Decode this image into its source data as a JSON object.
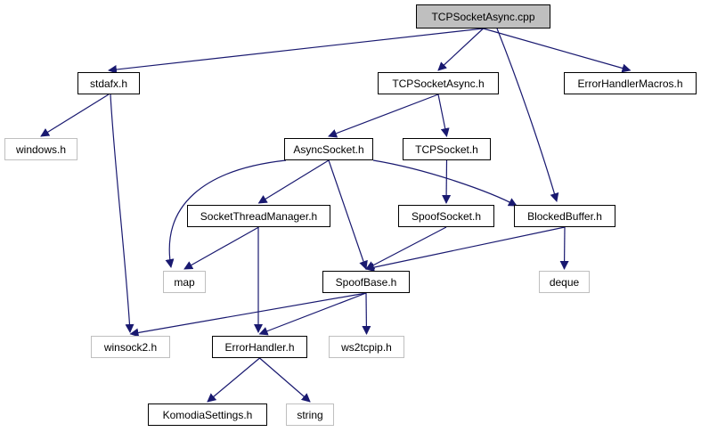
{
  "colors": {
    "edge": "#191970",
    "root_fill": "#bfbfbf",
    "external_border": "#bfbfbf",
    "node_border": "#000000"
  },
  "nodes": {
    "tcpsocketasync_cpp": "TCPSocketAsync.cpp",
    "stdafx_h": "stdafx.h",
    "tcpsocketasync_h": "TCPSocketAsync.h",
    "errorhandlermacros_h": "ErrorHandlerMacros.h",
    "windows_h": "windows.h",
    "asyncsocket_h": "AsyncSocket.h",
    "tcpsocket_h": "TCPSocket.h",
    "socketthreadmanager_h": "SocketThreadManager.h",
    "spoofsocket_h": "SpoofSocket.h",
    "blockedbuffer_h": "BlockedBuffer.h",
    "map": "map",
    "spoofbase_h": "SpoofBase.h",
    "deque": "deque",
    "winsock2_h": "winsock2.h",
    "errorhandler_h": "ErrorHandler.h",
    "ws2tcpip_h": "ws2tcpip.h",
    "komodiasettings_h": "KomodiaSettings.h",
    "string": "string"
  },
  "edges": [
    [
      "tcpsocketasync_cpp",
      "stdafx_h"
    ],
    [
      "tcpsocketasync_cpp",
      "tcpsocketasync_h"
    ],
    [
      "tcpsocketasync_cpp",
      "errorhandlermacros_h"
    ],
    [
      "tcpsocketasync_cpp",
      "blockedbuffer_h"
    ],
    [
      "stdafx_h",
      "windows_h"
    ],
    [
      "stdafx_h",
      "winsock2_h"
    ],
    [
      "tcpsocketasync_h",
      "asyncsocket_h"
    ],
    [
      "tcpsocketasync_h",
      "tcpsocket_h"
    ],
    [
      "asyncsocket_h",
      "socketthreadmanager_h"
    ],
    [
      "asyncsocket_h",
      "map"
    ],
    [
      "asyncsocket_h",
      "spoofbase_h"
    ],
    [
      "asyncsocket_h",
      "blockedbuffer_h"
    ],
    [
      "tcpsocket_h",
      "spoofsocket_h"
    ],
    [
      "socketthreadmanager_h",
      "map"
    ],
    [
      "socketthreadmanager_h",
      "errorhandler_h"
    ],
    [
      "spoofsocket_h",
      "spoofbase_h"
    ],
    [
      "blockedbuffer_h",
      "spoofbase_h"
    ],
    [
      "blockedbuffer_h",
      "deque"
    ],
    [
      "spoofbase_h",
      "winsock2_h"
    ],
    [
      "spoofbase_h",
      "errorhandler_h"
    ],
    [
      "spoofbase_h",
      "ws2tcpip_h"
    ],
    [
      "errorhandler_h",
      "komodiasettings_h"
    ],
    [
      "errorhandler_h",
      "string"
    ]
  ]
}
